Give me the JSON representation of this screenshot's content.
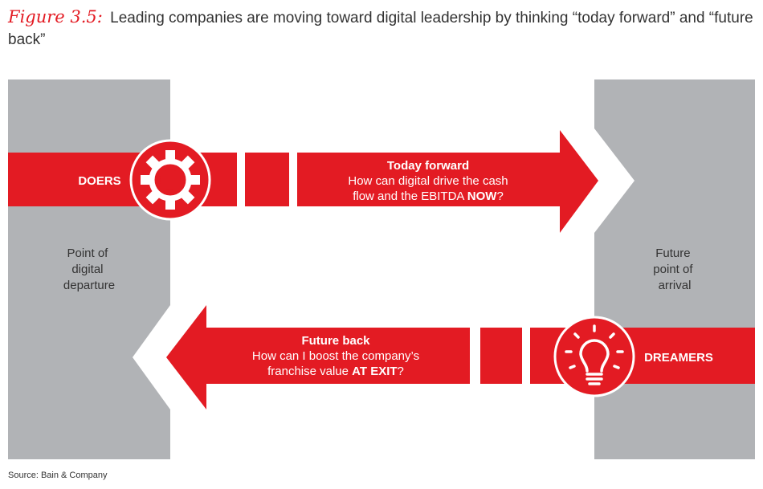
{
  "header": {
    "figure_label": "Figure 3.5:",
    "title": "Leading companies are moving toward digital leadership by thinking “today forward” and “future back”"
  },
  "diagram": {
    "left_panel": {
      "lines": [
        "Point of",
        "digital",
        "departure"
      ]
    },
    "right_panel": {
      "lines": [
        "Future",
        "point of",
        "arrival"
      ]
    },
    "top_arrow": {
      "label": "DOERS",
      "heading": "Today forward",
      "line1": "How can digital drive the cash",
      "line2_prefix": "flow and the EBITDA ",
      "line2_bold": "NOW",
      "line2_suffix": "?",
      "icon": "gear-icon"
    },
    "bottom_arrow": {
      "label": "DREAMERS",
      "heading": "Future back",
      "line1": "How can I boost the company’s",
      "line2_prefix": "franchise value ",
      "line2_bold": "AT EXIT",
      "line2_suffix": "?",
      "icon": "lightbulb-icon"
    },
    "colors": {
      "red": "#e31b23",
      "gray": "#b1b3b6",
      "white": "#ffffff"
    }
  },
  "footer": {
    "source": "Source: Bain & Company"
  }
}
